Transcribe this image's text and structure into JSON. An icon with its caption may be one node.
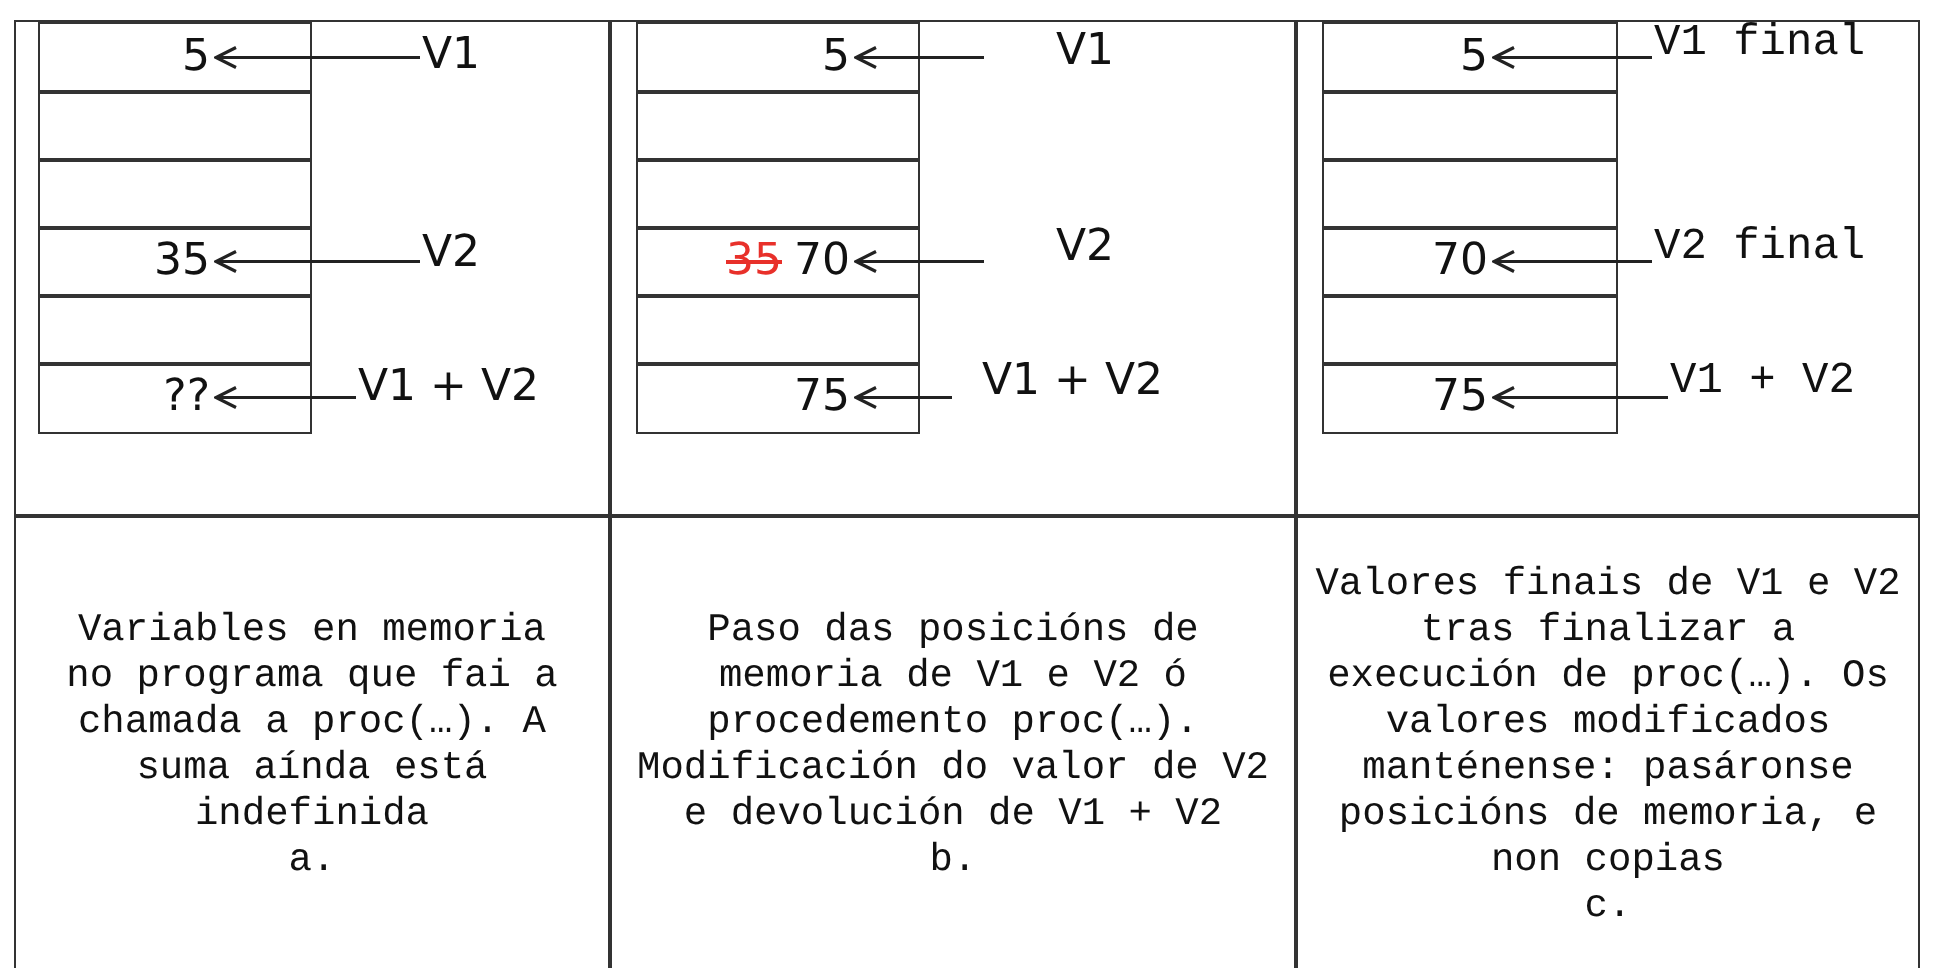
{
  "diagram": {
    "nodes": [
      {
        "text": [],
        "shape": "box"
      },
      {
        "text": [
          "5"
        ],
        "in": 0
      },
      {
        "text": [],
        "shape": "box",
        "in": 0
      },
      {
        "text": [],
        "shape": "box",
        "in": 0
      },
      {
        "text": [
          "35"
        ],
        "in": 0
      },
      {
        "text": [],
        "shape": "box",
        "in": 0
      },
      {
        "text": [
          "??"
        ],
        "in": 0
      },
      {
        "text": [
          "V1"
        ],
        "in": 0
      },
      {
        "text": [
          "V2"
        ],
        "in": 0
      },
      {
        "text": [
          "V1 + V2"
        ],
        "in": 0
      },
      {
        "text": [],
        "shape": "box"
      },
      {
        "text": [
          "5"
        ],
        "in": 10
      },
      {
        "text": [],
        "shape": "box",
        "in": 10
      },
      {
        "text": [],
        "shape": "box",
        "in": 10
      },
      {
        "text": [
          "35",
          "70"
        ],
        "in": 10
      },
      {
        "text": [],
        "shape": "box",
        "in": 10
      },
      {
        "text": [
          "75"
        ],
        "in": 10
      },
      {
        "text": [
          "V1"
        ],
        "in": 10
      },
      {
        "text": [
          "V2"
        ],
        "in": 10
      },
      {
        "text": [
          "V1 + V2"
        ],
        "in": 10
      },
      {
        "text": [],
        "shape": "box"
      },
      {
        "text": [
          "5"
        ],
        "in": 20
      },
      {
        "text": [],
        "shape": "box",
        "in": 20
      },
      {
        "text": [],
        "shape": "box",
        "in": 20
      },
      {
        "text": [
          "70"
        ],
        "in": 20
      },
      {
        "text": [],
        "shape": "box",
        "in": 20
      },
      {
        "text": [
          "75"
        ],
        "in": 20
      },
      {
        "text": [
          "V1 final"
        ],
        "in": 20
      },
      {
        "text": [
          "V2 final"
        ],
        "in": 20
      },
      {
        "text": [
          "V1 + V2"
        ],
        "in": 20
      },
      {
        "text": [
          "Variables en memoria no programa que fai a chamada a proc(…). A suma aínda está indefinida",
          "a."
        ]
      },
      {
        "text": [
          "Paso das posicións de memoria de V1 e V2 ó procedemento proc(…). Modificación do valor de V2 e devolución de V1 + V2",
          "b."
        ]
      },
      {
        "text": [
          "Valores finais de V1 e V2 tras finalizar a execución de proc(…). Os valores modificados manténense: pasáronse posicións de memoria, e non copias",
          "c."
        ]
      }
    ],
    "edges": [
      {
        "from": 7,
        "to": 1,
        "arrow": "to"
      },
      {
        "from": 8,
        "to": 4,
        "arrow": "to"
      },
      {
        "from": 9,
        "to": 6,
        "arrow": "to"
      },
      {
        "from": null,
        "to": 11,
        "arrow": "to"
      },
      {
        "from": null,
        "to": 14,
        "arrow": "to"
      },
      {
        "from": 19,
        "to": 16,
        "arrow": "to"
      },
      {
        "from": 27,
        "to": 21,
        "arrow": "to"
      },
      {
        "from": 28,
        "to": 24,
        "arrow": "to"
      },
      {
        "from": 29,
        "to": 26,
        "arrow": "to"
      }
    ]
  }
}
